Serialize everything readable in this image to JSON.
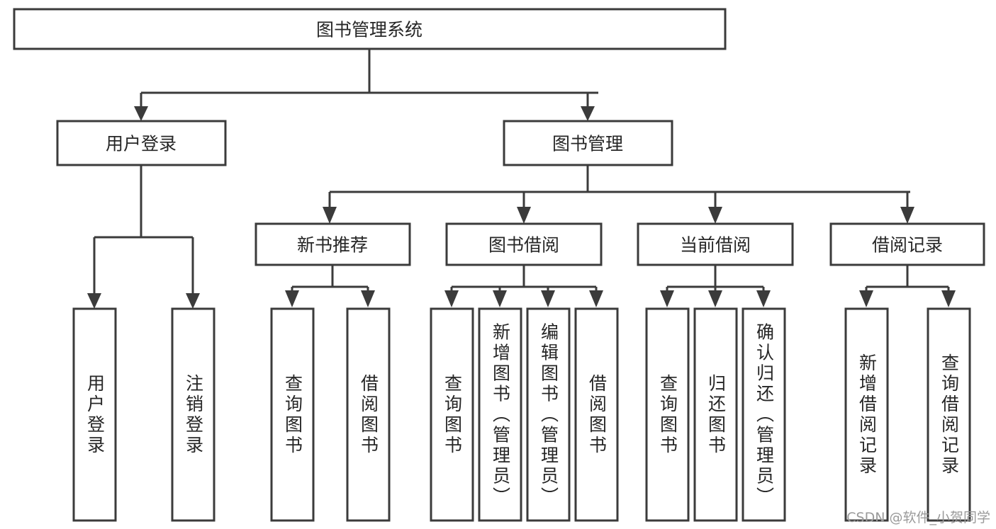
{
  "diagram": {
    "type": "tree",
    "title": "图书管理系统",
    "watermark": "CSDN @软件_小贺同学",
    "colors": {
      "box_stroke": "#3b3b3b",
      "box_fill": "#ffffff",
      "text": "#262626",
      "connector": "#3b3b3b",
      "watermark": "#9a9a9a"
    },
    "root": {
      "id": "root",
      "label": "图书管理系统",
      "orientation": "horizontal"
    },
    "level2": [
      {
        "id": "user-login",
        "label": "用户登录",
        "orientation": "horizontal"
      },
      {
        "id": "book-manage",
        "label": "图书管理",
        "orientation": "horizontal"
      }
    ],
    "level3": [
      {
        "id": "new-book-recommend",
        "label": "新书推荐",
        "orientation": "horizontal",
        "parent": "book-manage"
      },
      {
        "id": "book-borrow",
        "label": "图书借阅",
        "orientation": "horizontal",
        "parent": "book-manage"
      },
      {
        "id": "current-borrow",
        "label": "当前借阅",
        "orientation": "horizontal",
        "parent": "book-manage"
      },
      {
        "id": "borrow-record",
        "label": "借阅记录",
        "orientation": "horizontal",
        "parent": "book-manage"
      }
    ],
    "leaves": [
      {
        "id": "leaf-user-login",
        "label": "用户登录",
        "orientation": "vertical",
        "parent": "user-login"
      },
      {
        "id": "leaf-user-logout",
        "label": "注销登录",
        "orientation": "vertical",
        "parent": "user-login"
      },
      {
        "id": "leaf-query-book-1",
        "label": "查询图书",
        "orientation": "vertical",
        "parent": "new-book-recommend"
      },
      {
        "id": "leaf-borrow-book-1",
        "label": "借阅图书",
        "orientation": "vertical",
        "parent": "new-book-recommend"
      },
      {
        "id": "leaf-query-book-2",
        "label": "查询图书",
        "orientation": "vertical",
        "parent": "book-borrow"
      },
      {
        "id": "leaf-add-book",
        "label": "新增图书（管理员）",
        "orientation": "vertical",
        "parent": "book-borrow"
      },
      {
        "id": "leaf-edit-book",
        "label": "编辑图书（管理员）",
        "orientation": "vertical",
        "parent": "book-borrow"
      },
      {
        "id": "leaf-borrow-book-2",
        "label": "借阅图书",
        "orientation": "vertical",
        "parent": "book-borrow"
      },
      {
        "id": "leaf-query-book-3",
        "label": "查询图书",
        "orientation": "vertical",
        "parent": "current-borrow"
      },
      {
        "id": "leaf-return-book",
        "label": "归还图书",
        "orientation": "vertical",
        "parent": "current-borrow"
      },
      {
        "id": "leaf-confirm-return",
        "label": "确认归还（管理员）",
        "orientation": "vertical",
        "parent": "current-borrow"
      },
      {
        "id": "leaf-add-record",
        "label": "新增借阅记录",
        "orientation": "vertical",
        "parent": "borrow-record"
      },
      {
        "id": "leaf-query-record",
        "label": "查询借阅记录",
        "orientation": "vertical",
        "parent": "borrow-record"
      }
    ]
  }
}
